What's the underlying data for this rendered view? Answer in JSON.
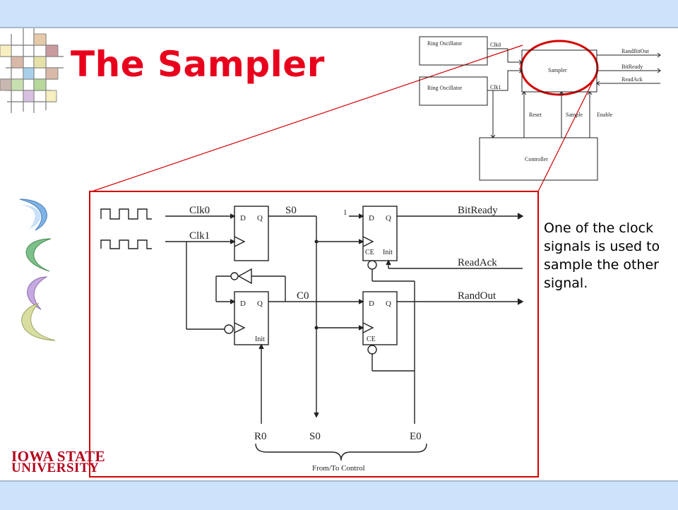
{
  "slide": {
    "title": "The Sampler",
    "note": "One of the clock signals is used to sample the other signal."
  },
  "block_diagram": {
    "ring_osc_top": "Ring Oscillator",
    "ring_osc_bottom": "Ring Oscillator",
    "clk0": "Clk0",
    "clk1": "Clk1",
    "sampler": "Sampler",
    "randbitout": "RandBitOut",
    "bitready": "BitReady",
    "readack": "ReadAck",
    "reset": "Reset",
    "sample": "Sample",
    "enable": "Enable",
    "controller": "Controller"
  },
  "circuit": {
    "clk0": "Clk0",
    "clk1": "Clk1",
    "s0_top": "S0",
    "one": "1",
    "bitready": "BitReady",
    "readack": "ReadAck",
    "c0": "C0",
    "randout": "RandOut",
    "d": "D",
    "q": "Q",
    "ce": "CE",
    "init": "Init",
    "r0": "R0",
    "s0_bottom": "S0",
    "e0": "E0",
    "from_to_control": "From/To Control"
  },
  "logo": {
    "line1": "IOWA STATE",
    "line2": "UNIVERSITY"
  },
  "colors": {
    "accent_red": "#e8001c",
    "band_blue": "#cde3fb",
    "logo_red": "#b3001b"
  }
}
